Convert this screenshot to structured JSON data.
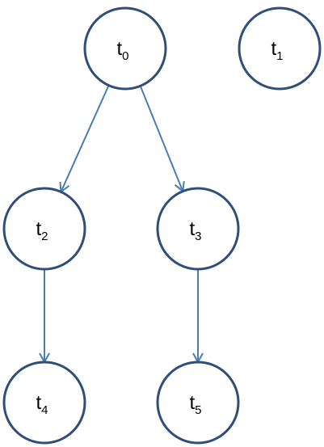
{
  "diagram": {
    "stroke_color": "#2f4f78",
    "edge_color": "#4a7eb0",
    "nodes": [
      {
        "id": "t0",
        "base": "t",
        "sub": "0"
      },
      {
        "id": "t1",
        "base": "t",
        "sub": "1"
      },
      {
        "id": "t2",
        "base": "t",
        "sub": "2"
      },
      {
        "id": "t3",
        "base": "t",
        "sub": "3"
      },
      {
        "id": "t4",
        "base": "t",
        "sub": "4"
      },
      {
        "id": "t5",
        "base": "t",
        "sub": "5"
      }
    ],
    "edges": [
      {
        "from": "t0",
        "to": "t2"
      },
      {
        "from": "t0",
        "to": "t3"
      },
      {
        "from": "t2",
        "to": "t4"
      },
      {
        "from": "t3",
        "to": "t5"
      }
    ]
  }
}
